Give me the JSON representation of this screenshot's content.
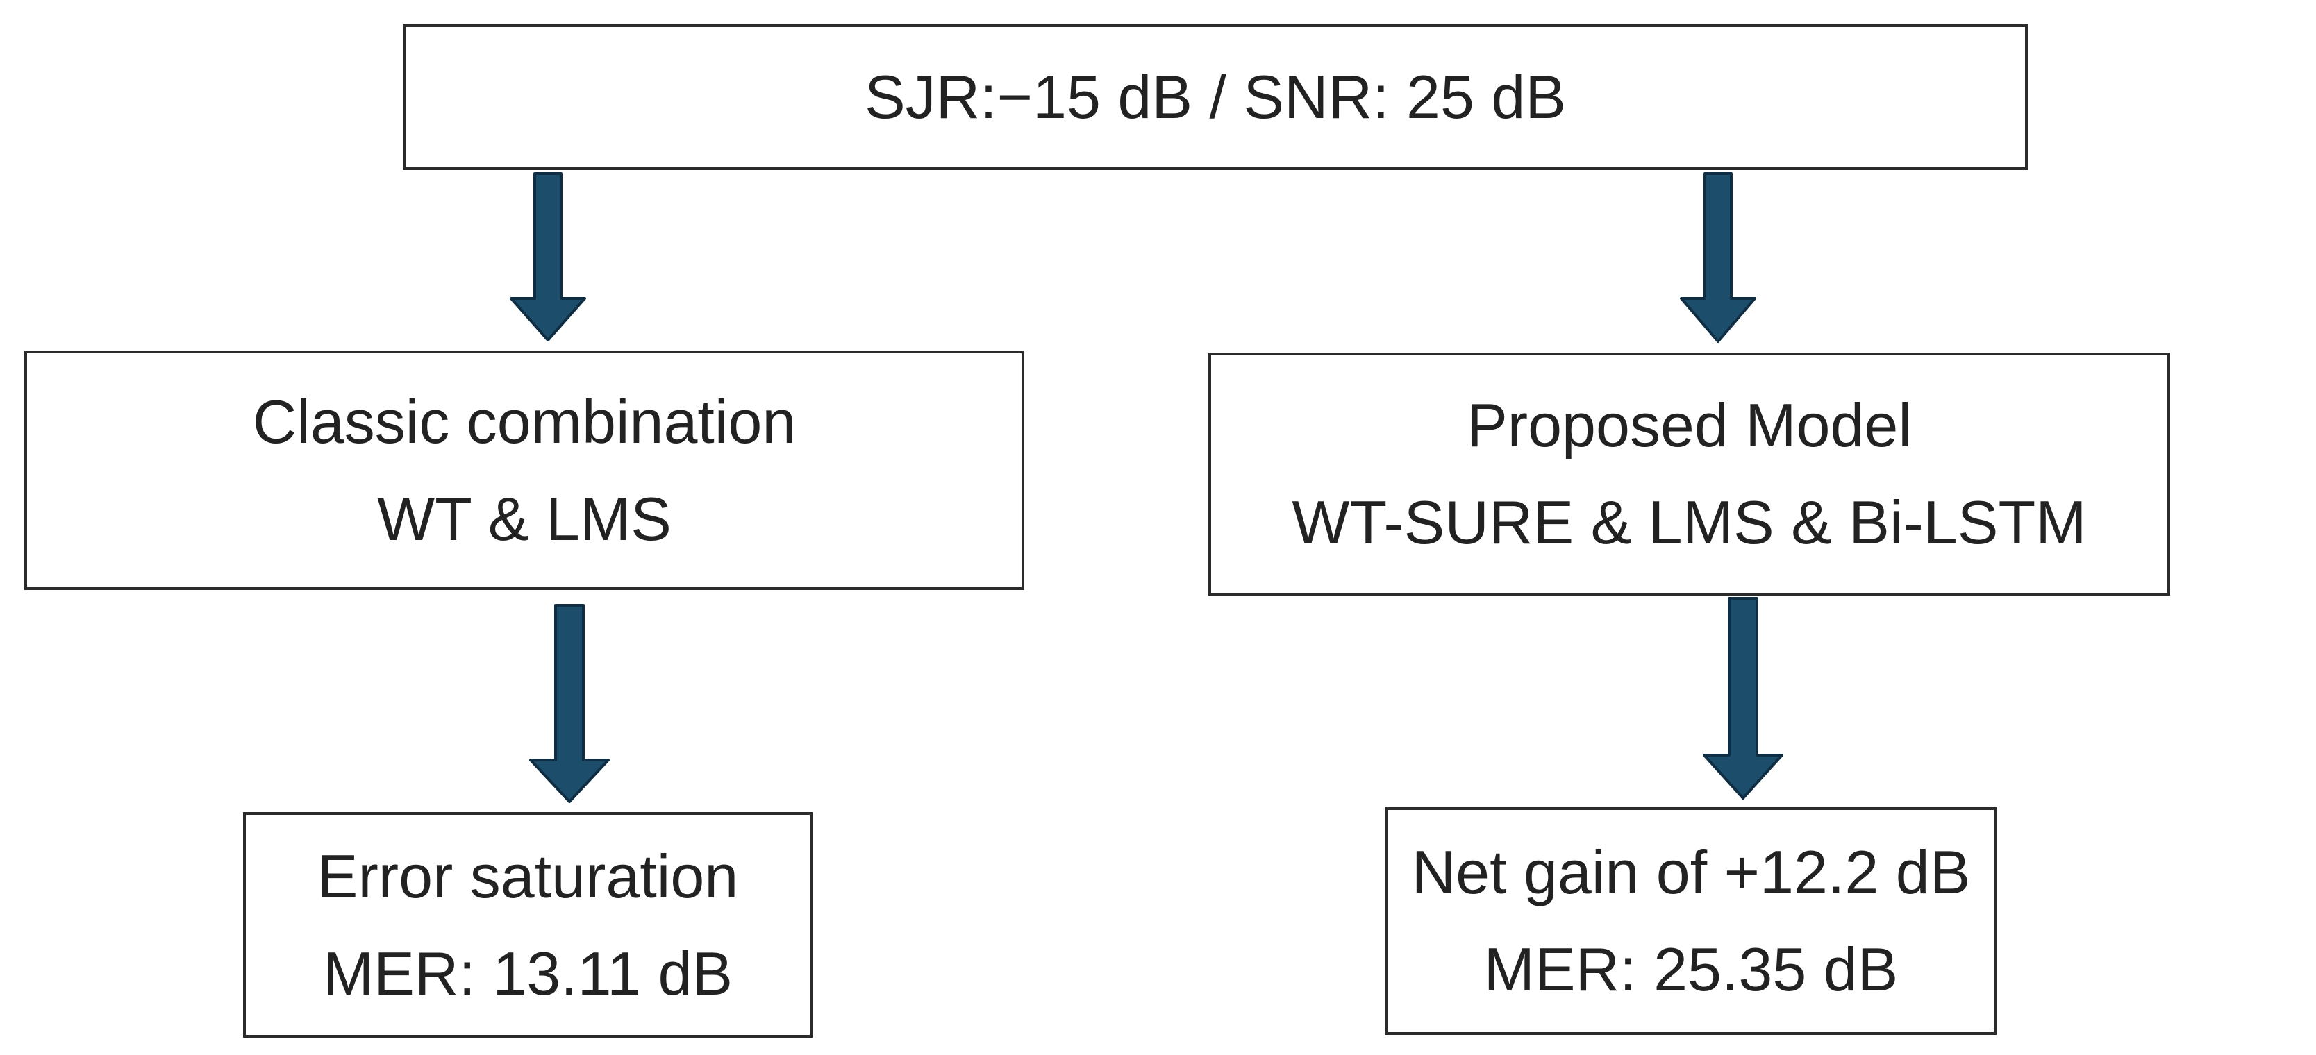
{
  "diagram": {
    "colors": {
      "arrow_fill": "#1c4e6b",
      "arrow_stroke": "#0f2e44",
      "box_border": "#2b2b2b",
      "text": "#222222"
    },
    "input": {
      "text": "SJR:−15 dB / SNR: 25 dB"
    },
    "classic": {
      "line1": "Classic combination",
      "line2": "WT & LMS"
    },
    "proposed": {
      "line1": "Proposed Model",
      "line2": "WT-SURE & LMS & Bi-LSTM"
    },
    "classic_result": {
      "line1": "Error saturation",
      "line2": "MER: 13.11 dB"
    },
    "proposed_result": {
      "line1": "Net gain of +12.2 dB",
      "line2": "MER: 25.35 dB"
    }
  }
}
